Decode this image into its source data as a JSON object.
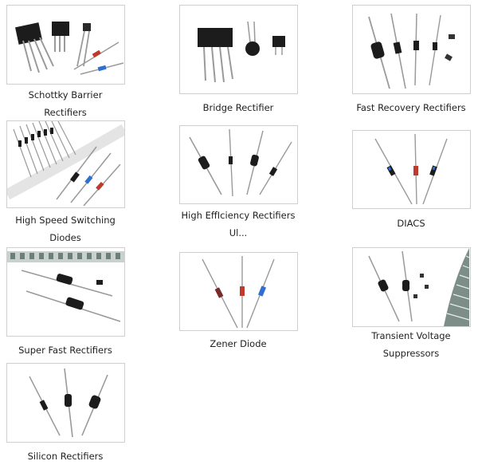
{
  "products": [
    {
      "label": "Schottky Barrier Rectifiers",
      "label_lines": [
        "Schottky Barrier",
        "Rectifiers"
      ],
      "icon": "bridge-rectifier-and-axial-diodes-icon"
    },
    {
      "label": "Bridge Rectifier",
      "label_lines": [
        "Bridge Rectifier"
      ],
      "icon": "bridge-rectifier-icon"
    },
    {
      "label": "Fast Recovery Rectifiers",
      "label_lines": [
        "Fast Recovery Rectifiers"
      ],
      "icon": "fast-recovery-diodes-icon"
    },
    {
      "label": "High Speed Switching Diodes",
      "label_lines": [
        "High Speed Switching",
        "Diodes"
      ],
      "icon": "taped-diodes-icon"
    },
    {
      "label": "High EffIciency Rectifiers Ul...",
      "label_lines": [
        "High EffIciency Rectifiers",
        "Ul..."
      ],
      "icon": "axial-rectifiers-icon"
    },
    {
      "label": "DIACS",
      "label_lines": [
        "DIACS"
      ],
      "icon": "diac-icon"
    },
    {
      "label": "Super Fast Rectifiers",
      "label_lines": [
        "Super Fast Rectifiers"
      ],
      "icon": "super-fast-rectifiers-icon"
    },
    {
      "label": "Zener Diode",
      "label_lines": [
        "Zener Diode"
      ],
      "icon": "zener-diode-icon"
    },
    {
      "label": "Transient Voltage Suppressors",
      "label_lines": [
        "Transient Voltage",
        "Suppressors"
      ],
      "icon": "tvs-diode-icon"
    },
    {
      "label": "Silicon Rectifiers",
      "label_lines": [
        "Silicon Rectifiers"
      ],
      "icon": "silicon-rectifier-icon"
    }
  ],
  "colors": {
    "border": "#cfcfcf",
    "component_black": "#1c1c1c",
    "lead_gray": "#9a9a9a",
    "band_red": "#c0392b",
    "band_blue": "#2f6fd0",
    "tape_gray": "#6d7f7a"
  }
}
